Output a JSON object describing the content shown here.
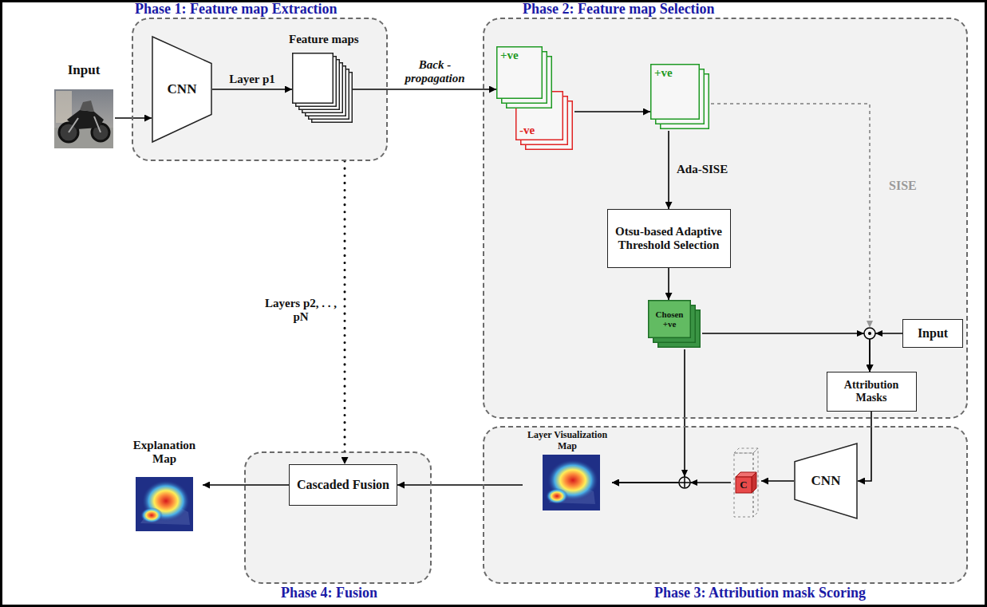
{
  "diagram": {
    "nodes": [
      {
        "text": [
          "Phase 1: Feature map Extraction"
        ]
      },
      {
        "text": [
          "Input"
        ]
      },
      {
        "text": [
          "CNN"
        ],
        "in": 0
      },
      {
        "text": [
          "Feature maps"
        ],
        "in": 0
      },
      {
        "text": [
          "Phase 2: Feature map Selection"
        ]
      },
      {
        "text": [
          "+ve",
          "-ve"
        ],
        "in": 4
      },
      {
        "text": [
          "+ve"
        ],
        "in": 4
      },
      {
        "text": [
          "Otsu-based Adaptive Threshold Selection"
        ],
        "in": 4
      },
      {
        "text": [
          "Chosen +ve"
        ],
        "in": 4
      },
      {
        "text": [
          "Input"
        ],
        "in": 4
      },
      {
        "text": [
          "Attribution Masks"
        ],
        "in": 4
      },
      {
        "text": [
          "Phase 3: Attribution mask Scoring"
        ]
      },
      {
        "text": [
          "CNN"
        ],
        "in": 11
      },
      {
        "text": [
          "C"
        ],
        "in": 11
      },
      {
        "text": [
          "Layer Visualization Map"
        ],
        "in": 11
      },
      {
        "text": [
          "Phase 4: Fusion"
        ]
      },
      {
        "text": [
          "Cascaded Fusion"
        ],
        "in": 15
      },
      {
        "text": [
          "Explanation Map"
        ]
      }
    ],
    "edges": [
      {
        "from": 1,
        "to": 2,
        "arrow": "to"
      },
      {
        "from": 2,
        "to": 3,
        "label": "Layer p1",
        "arrow": "to"
      },
      {
        "from": 3,
        "to": 5,
        "label": "Back -propagation",
        "arrow": "to"
      },
      {
        "from": 5,
        "to": 6,
        "arrow": "to"
      },
      {
        "from": 6,
        "to": 7,
        "label": "Ada-SISE",
        "arrow": "to"
      },
      {
        "from": 7,
        "to": 8,
        "arrow": "to"
      },
      {
        "from": 8,
        "to": 10,
        "arrow": "to"
      },
      {
        "from": 9,
        "to": 10,
        "arrow": "to"
      },
      {
        "from": 6,
        "to": 10,
        "label": "SISE",
        "arrow": "to"
      },
      {
        "from": 10,
        "to": 12,
        "arrow": "to"
      },
      {
        "from": 12,
        "to": 13,
        "arrow": "to"
      },
      {
        "from": 13,
        "to": 14,
        "arrow": "to"
      },
      {
        "from": 8,
        "to": 14,
        "arrow": "to"
      },
      {
        "from": 0,
        "to": 16,
        "arrow": "to"
      },
      {
        "from": 14,
        "to": 16,
        "arrow": "to"
      },
      {
        "from": 16,
        "to": 17,
        "arrow": "to"
      }
    ],
    "labels": [
      "Layers p2, . . , pN"
    ]
  }
}
